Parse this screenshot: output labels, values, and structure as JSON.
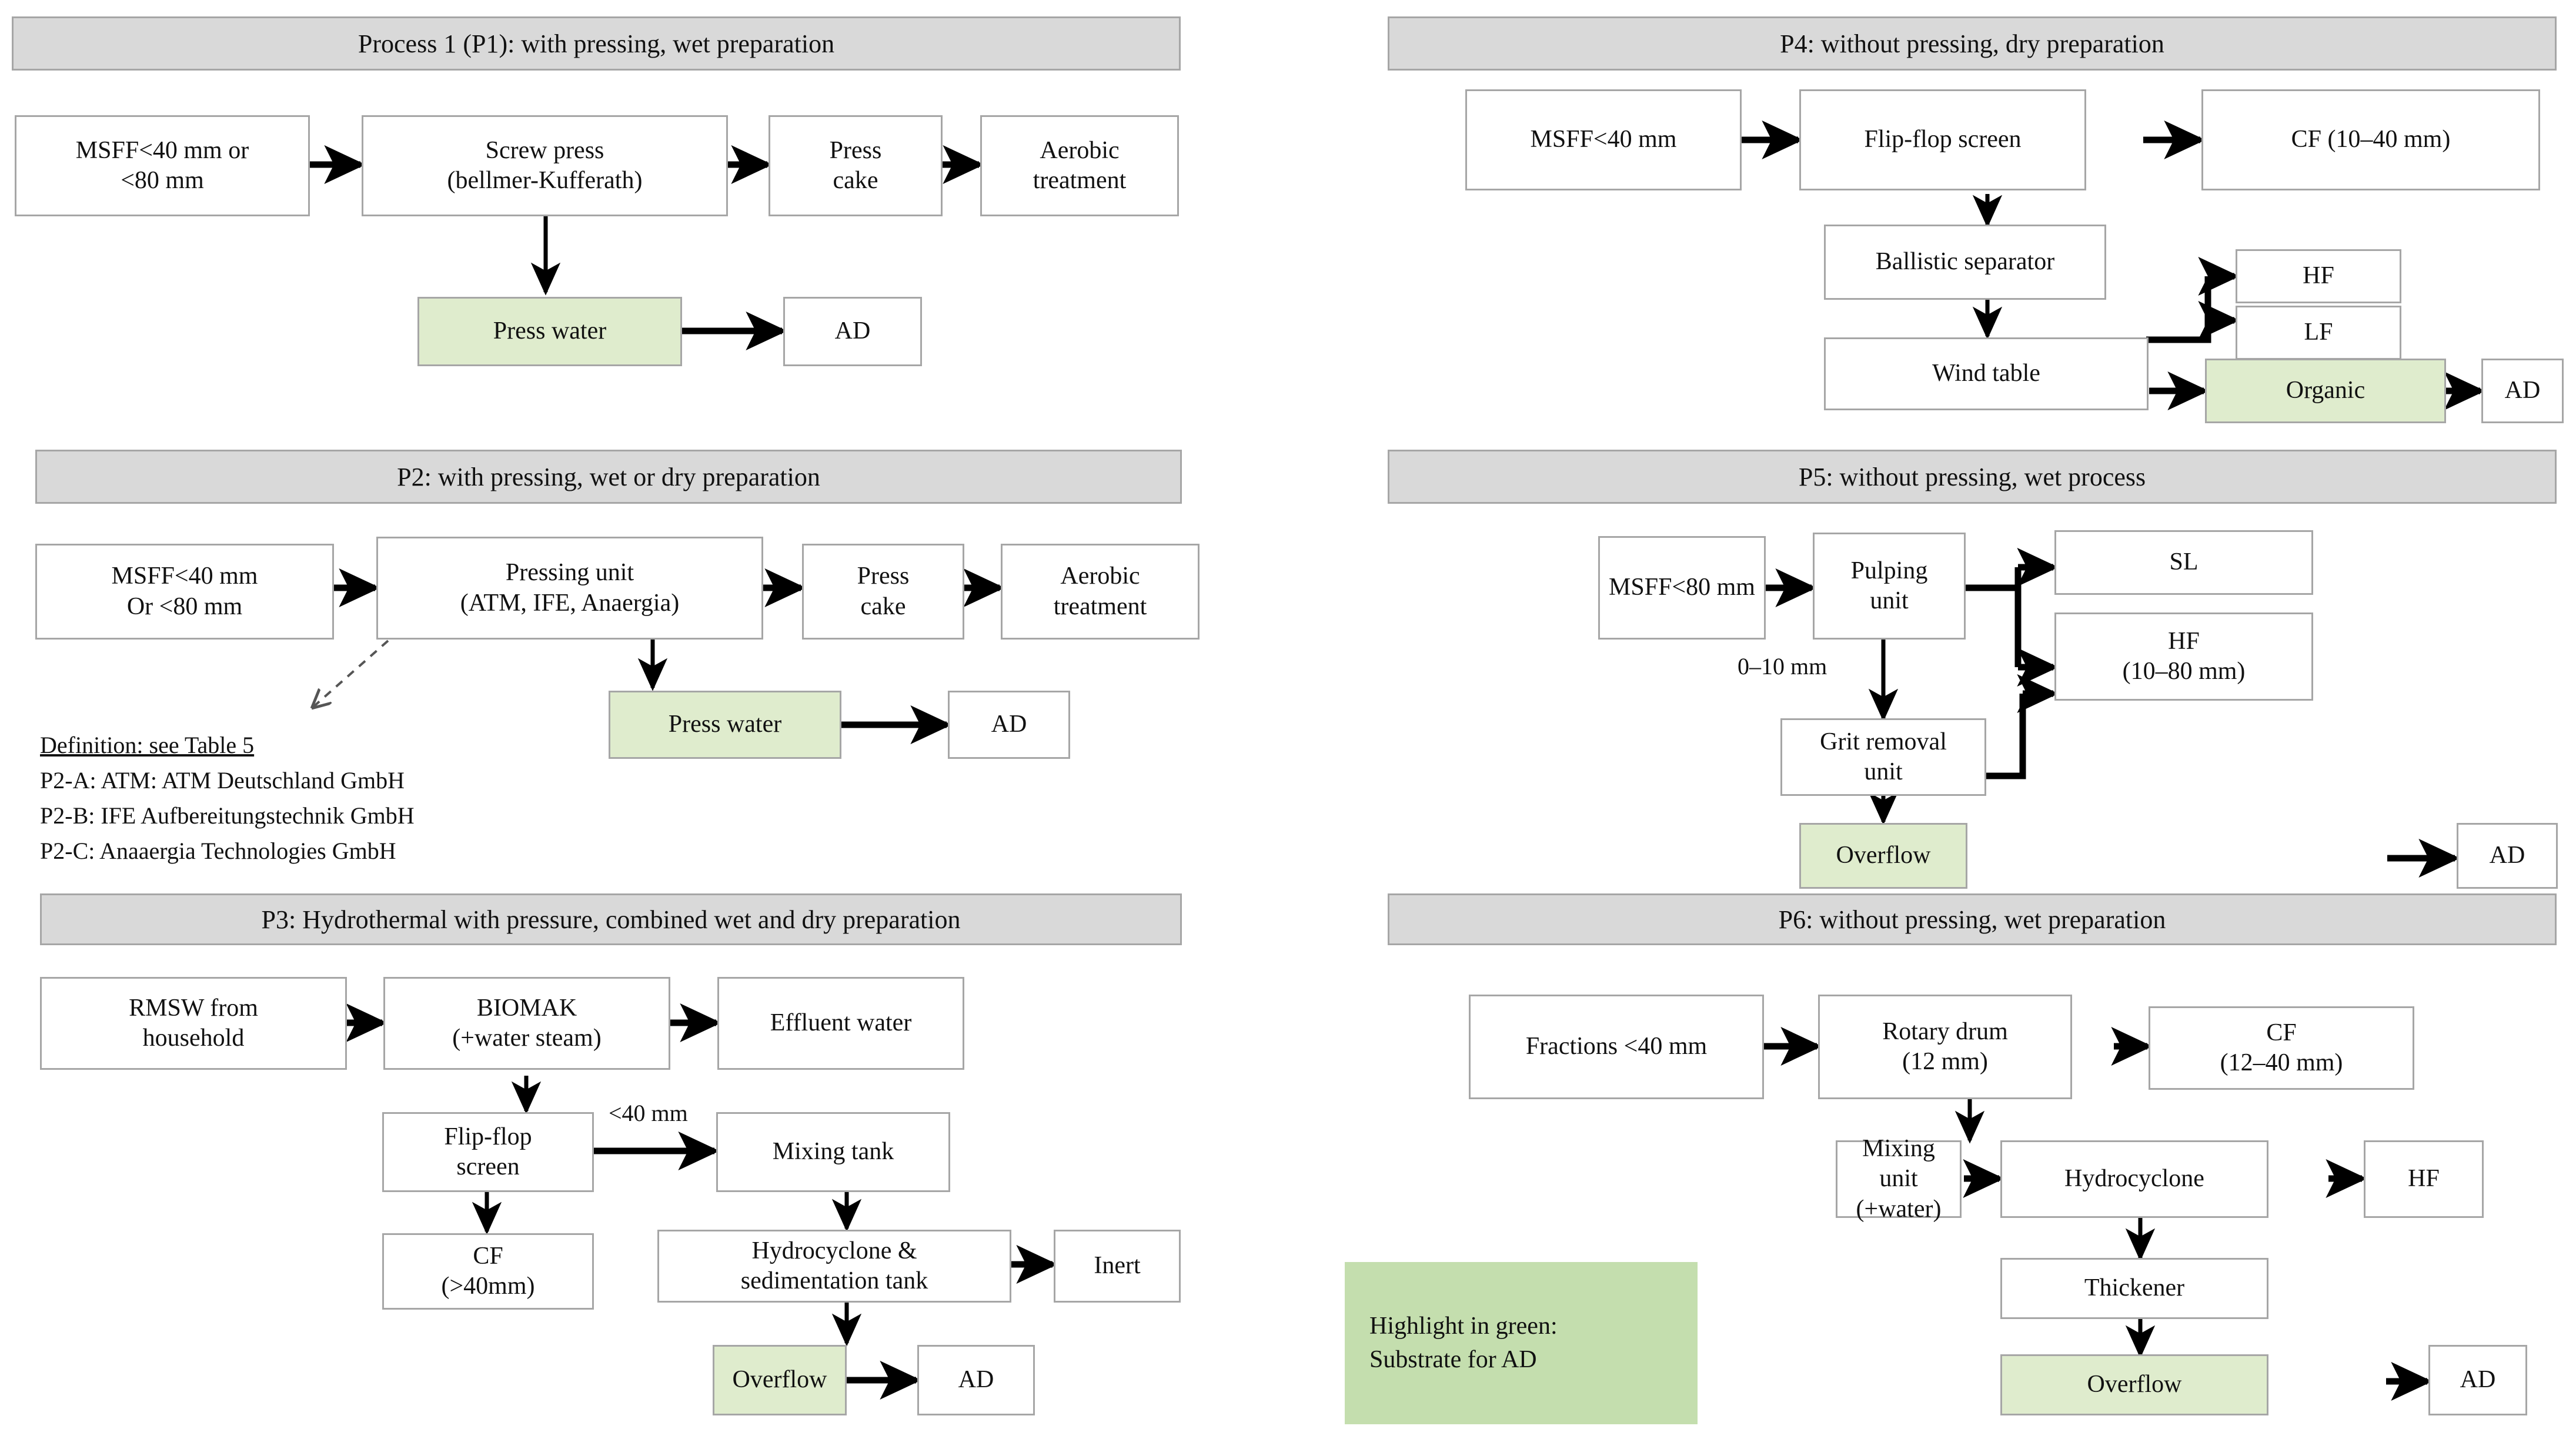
{
  "colors": {
    "header_fill": "#d9d9d9",
    "box_border": "#a6a6a6",
    "green_highlight": "#dfeccd",
    "legend_green": "#c4deae",
    "arrow": "#000000"
  },
  "processes": [
    {
      "id": "p1",
      "title": "Process 1 (P1): with pressing, wet preparation",
      "nodes": [
        {
          "key": "msff",
          "label": "MSFF<40 mm or\n<80 mm",
          "green": false
        },
        {
          "key": "screw_press",
          "label": "Screw press\n(bellmer-Kufferath)",
          "green": false
        },
        {
          "key": "press_cake",
          "label": "Press\ncake",
          "green": false
        },
        {
          "key": "aerobic",
          "label": "Aerobic\ntreatment",
          "green": false
        },
        {
          "key": "press_water",
          "label": "Press water",
          "green": true
        },
        {
          "key": "ad",
          "label": "AD",
          "green": false
        }
      ],
      "edge_labels": []
    },
    {
      "id": "p2",
      "title": "P2: with pressing, wet or dry preparation",
      "nodes": [
        {
          "key": "msff",
          "label": "MSFF<40 mm\nOr <80 mm",
          "green": false
        },
        {
          "key": "pressing_unit",
          "label": "Pressing unit\n(ATM, IFE, Anaergia)",
          "green": false
        },
        {
          "key": "press_cake",
          "label": "Press\ncake",
          "green": false
        },
        {
          "key": "aerobic",
          "label": "Aerobic\ntreatment",
          "green": false
        },
        {
          "key": "press_water",
          "label": "Press water",
          "green": true
        },
        {
          "key": "ad",
          "label": "AD",
          "green": false
        }
      ],
      "edge_labels": [],
      "definitions": {
        "heading": "Definition: see Table 5",
        "items": [
          "P2-A: ATM: ATM Deutschland GmbH",
          "P2-B: IFE Aufbereitungstechnik GmbH",
          "P2-C: Anaaergia Technologies GmbH"
        ]
      }
    },
    {
      "id": "p3",
      "title": "P3: Hydrothermal with pressure, combined wet and dry preparation",
      "nodes": [
        {
          "key": "rmsw",
          "label": "RMSW from\nhousehold",
          "green": false
        },
        {
          "key": "biomak",
          "label": "BIOMAK\n(+water steam)",
          "green": false
        },
        {
          "key": "effluent",
          "label": "Effluent water",
          "green": false
        },
        {
          "key": "flipflop",
          "label": "Flip-flop\nscreen",
          "green": false
        },
        {
          "key": "mixing_tank",
          "label": "Mixing tank",
          "green": false
        },
        {
          "key": "cf",
          "label": "CF\n(>40mm)",
          "green": false
        },
        {
          "key": "hydrocyclone_sed",
          "label": "Hydrocyclone &\nsedimentation tank",
          "green": false
        },
        {
          "key": "inert",
          "label": "Inert",
          "green": false
        },
        {
          "key": "overflow",
          "label": "Overflow",
          "green": true
        },
        {
          "key": "ad",
          "label": "AD",
          "green": false
        }
      ],
      "edge_labels": [
        {
          "key": "flipflop_to_mixing",
          "text": "<40 mm"
        }
      ]
    },
    {
      "id": "p4",
      "title": "P4: without pressing, dry preparation",
      "nodes": [
        {
          "key": "msff",
          "label": "MSFF<40 mm",
          "green": false
        },
        {
          "key": "flipflop",
          "label": "Flip-flop screen",
          "green": false
        },
        {
          "key": "cf",
          "label": "CF (10–40 mm)",
          "green": false
        },
        {
          "key": "ballistic",
          "label": "Ballistic separator",
          "green": false
        },
        {
          "key": "hf",
          "label": "HF",
          "green": false
        },
        {
          "key": "lf",
          "label": "LF",
          "green": false
        },
        {
          "key": "wind_table",
          "label": "Wind table",
          "green": false
        },
        {
          "key": "organic",
          "label": "Organic",
          "green": true
        },
        {
          "key": "ad",
          "label": "AD",
          "green": false
        }
      ],
      "edge_labels": []
    },
    {
      "id": "p5",
      "title": "P5: without pressing, wet process",
      "nodes": [
        {
          "key": "msff",
          "label": "MSFF<80 mm",
          "green": false
        },
        {
          "key": "pulping",
          "label": "Pulping\nunit",
          "green": false
        },
        {
          "key": "sl",
          "label": "SL",
          "green": false
        },
        {
          "key": "hf",
          "label": "HF\n(10–80 mm)",
          "green": false
        },
        {
          "key": "grit",
          "label": "Grit removal\nunit",
          "green": false
        },
        {
          "key": "overflow",
          "label": "Overflow",
          "green": true
        },
        {
          "key": "ad",
          "label": "AD",
          "green": false
        }
      ],
      "edge_labels": [
        {
          "key": "pulping_to_grit",
          "text": "0–10 mm"
        }
      ]
    },
    {
      "id": "p6",
      "title": "P6: without pressing, wet preparation",
      "nodes": [
        {
          "key": "fractions",
          "label": "Fractions <40 mm",
          "green": false
        },
        {
          "key": "rotary_drum",
          "label": "Rotary drum\n(12 mm)",
          "green": false
        },
        {
          "key": "cf",
          "label": "CF\n(12–40 mm)",
          "green": false
        },
        {
          "key": "mixing_unit",
          "label": "Mixing unit\n(+water)",
          "green": false
        },
        {
          "key": "hydrocyclone",
          "label": "Hydrocyclone",
          "green": false
        },
        {
          "key": "hf",
          "label": "HF",
          "green": false
        },
        {
          "key": "thickener",
          "label": "Thickener",
          "green": false
        },
        {
          "key": "overflow",
          "label": "Overflow",
          "green": true
        },
        {
          "key": "ad",
          "label": "AD",
          "green": false
        }
      ],
      "edge_labels": []
    }
  ],
  "legend": {
    "text": "Highlight in green:\nSubstrate for AD"
  }
}
